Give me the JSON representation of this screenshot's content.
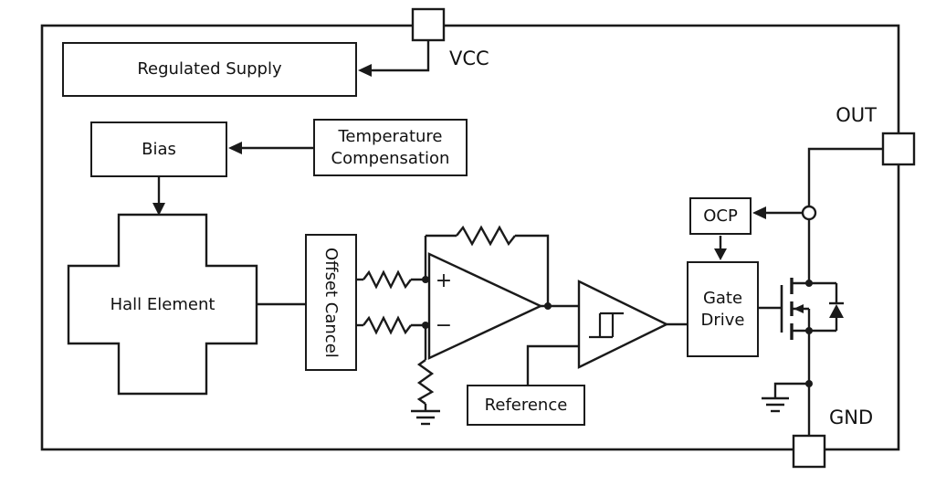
{
  "diagram": {
    "title": "hall-switch-ic-block-diagram",
    "colors": {
      "line": "#1a1a1a",
      "background": "#ffffff"
    },
    "pins": {
      "vcc": "VCC",
      "out": "OUT",
      "gnd": "GND"
    },
    "blocks": {
      "regulated_supply": "Regulated Supply",
      "bias": "Bias",
      "temperature_compensation": "Temperature Compensation",
      "hall_element": "Hall Element",
      "offset_cancel": "Offset Cancel",
      "reference": "Reference",
      "gate_drive": "Gate Drive",
      "ocp": "OCP"
    },
    "opamp": {
      "plus_label": "+",
      "minus_label": "−"
    }
  }
}
